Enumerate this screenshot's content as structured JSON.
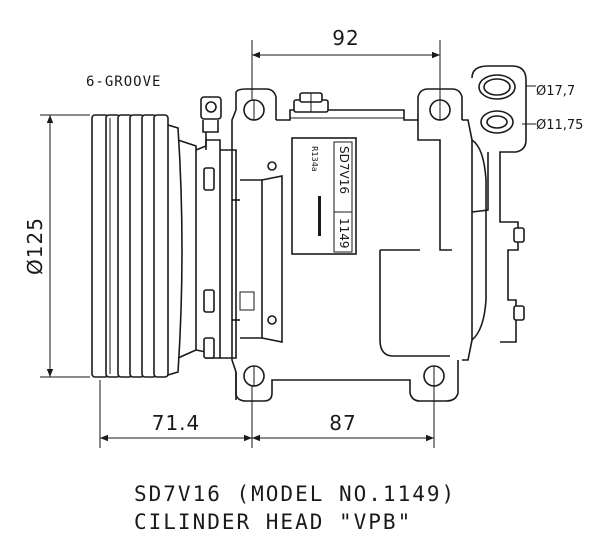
{
  "annotations": {
    "groove": "6-GROOVE",
    "dim_top": "92",
    "dim_left": "71.4",
    "dim_bottom": "87",
    "dim_pulley": "Ø125",
    "port_large": "Ø17,7",
    "port_small": "Ø11,75"
  },
  "nameplate": {
    "model": "SD7V16",
    "number": "1149",
    "refrigerant": "R134a"
  },
  "caption": {
    "line1": "SD7V16 (MODEL NO.1149)",
    "line2": "CILINDER HEAD \"VPB\""
  }
}
